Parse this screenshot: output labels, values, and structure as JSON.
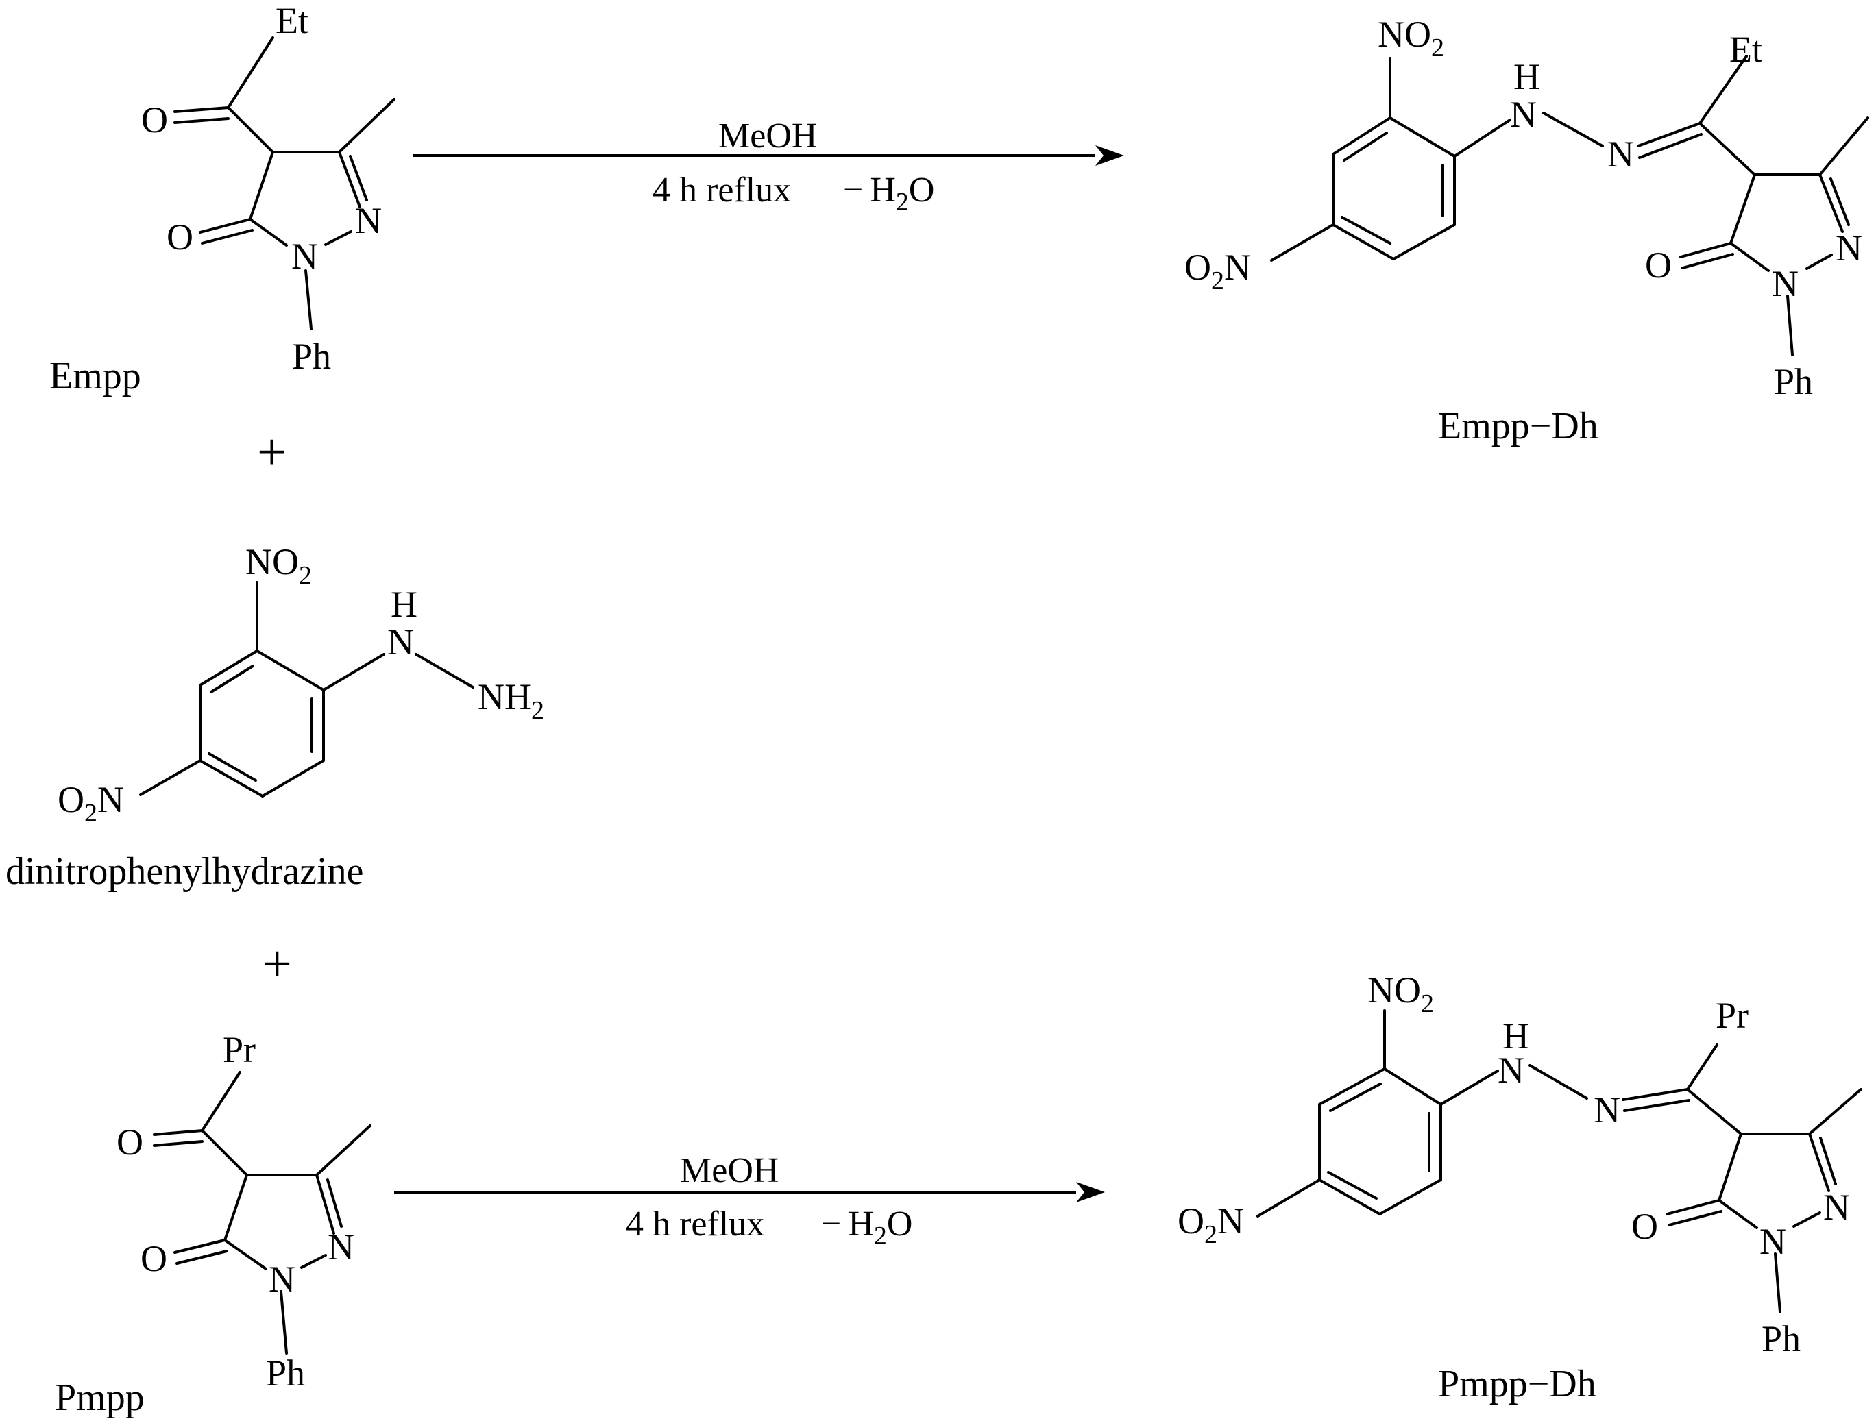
{
  "compounds": {
    "empp": {
      "name": "Empp",
      "acyl_group": "Et",
      "ring_atoms": {
        "o_acyl": "O",
        "o_ring": "O",
        "n1": "N",
        "n2": "N",
        "phenyl": "Ph"
      }
    },
    "pmpp": {
      "name": "Pmpp",
      "acyl_group": "Pr",
      "ring_atoms": {
        "o_acyl": "O",
        "o_ring": "O",
        "n1": "N",
        "n2": "N",
        "phenyl": "Ph"
      }
    },
    "dnph": {
      "name": "dinitrophenylhydrazine",
      "nitro_top": {
        "main": "NO",
        "sub": "2"
      },
      "nitro_left": {
        "pre": "O",
        "sub": "2",
        "post": "N"
      },
      "nh_h": "H",
      "nh_n": "N",
      "nh2": {
        "main": "NH",
        "sub": "2"
      }
    },
    "empp_dh": {
      "name": "Empp−Dh",
      "acyl_group": "Et",
      "nitro_top": {
        "main": "NO",
        "sub": "2"
      },
      "nitro_left": {
        "pre": "O",
        "sub": "2",
        "post": "N"
      },
      "nh_h": "H",
      "nh_n": "N",
      "imine_n": "N",
      "ring_atoms": {
        "o_ring": "O",
        "n1": "N",
        "n2": "N",
        "phenyl": "Ph"
      }
    },
    "pmpp_dh": {
      "name": "Pmpp−Dh",
      "acyl_group": "Pr",
      "nitro_top": {
        "main": "NO",
        "sub": "2"
      },
      "nitro_left": {
        "pre": "O",
        "sub": "2",
        "post": "N"
      },
      "nh_h": "H",
      "nh_n": "N",
      "imine_n": "N",
      "ring_atoms": {
        "o_ring": "O",
        "n1": "N",
        "n2": "N",
        "phenyl": "Ph"
      }
    }
  },
  "reactions": [
    {
      "solvent": "MeOH",
      "conditions": "4 h reflux",
      "byproduct": {
        "sign": "−",
        "main": "H",
        "sub": "2",
        "post": "O"
      }
    },
    {
      "solvent": "MeOH",
      "conditions": "4 h reflux",
      "byproduct": {
        "sign": "−",
        "main": "H",
        "sub": "2",
        "post": "O"
      }
    }
  ],
  "plus_signs": [
    "+",
    "+"
  ]
}
